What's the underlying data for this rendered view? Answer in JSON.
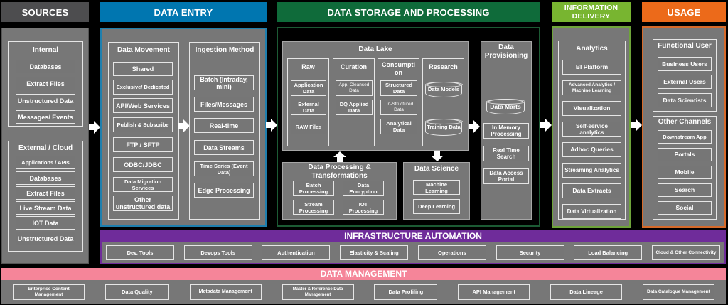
{
  "headers": {
    "sources": "SOURCES",
    "data_entry": "DATA ENTRY",
    "storage": "DATA STORAGE AND PROCESSING",
    "delivery_line1": "INFORMATION",
    "delivery_line2": "DELIVERY",
    "usage": "USAGE"
  },
  "colors": {
    "sources": "#4d4d4f",
    "data_entry": "#0076b0",
    "storage": "#0f6b3a",
    "delivery": "#78b530",
    "usage": "#ec6a1a",
    "infrastructure": "#6f2c9a",
    "data_management": "#f58599"
  },
  "sources": {
    "internal": {
      "title": "Internal",
      "items": [
        "Databases",
        "Extract Files",
        "Unstructured Data",
        "Messages/ Events"
      ]
    },
    "external": {
      "title": "External / Cloud",
      "items": [
        "Applications / APIs",
        "Databases",
        "Extract Files",
        "Live Stream Data",
        "IOT Data",
        "Unstructured Data"
      ]
    }
  },
  "data_entry": {
    "movement": {
      "title": "Data Movement",
      "items": [
        "Shared",
        "Exclusive/ Dedicated",
        "API/Web Services",
        "Publish & Subscribe",
        "FTP / SFTP",
        "ODBC/JDBC",
        "Data Migration Services",
        "Other unstructured data"
      ]
    },
    "ingestion": {
      "title": "Ingestion Method",
      "items": [
        "Batch (Intraday, mini)",
        "Files/Messages",
        "Real-time",
        "Data Streams",
        "Time Series (Event Data)",
        "Edge Processing"
      ]
    }
  },
  "storage": {
    "data_lake": {
      "title": "Data Lake",
      "raw": {
        "title": "Raw",
        "items": [
          "Application Data",
          "External Data",
          "RAW Files"
        ]
      },
      "curation": {
        "title": "Curation",
        "items": [
          "App. Cleansed Data",
          "DQ Applied Data"
        ]
      },
      "consumption": {
        "title": "Consumpti on",
        "items": [
          "Structured Data",
          "Un-Structured Data",
          "Analytical Data"
        ]
      },
      "research": {
        "title": "Research",
        "items": [
          "Data Models",
          "Training Data"
        ]
      }
    },
    "processing": {
      "title": "Data Processing & Transformations",
      "items": [
        "Batch Processing",
        "Data Encryption",
        "Stream Processing",
        "IOT Processing"
      ]
    },
    "science": {
      "title": "Data Science",
      "items": [
        "Machine Learning",
        "Deep Learning"
      ]
    },
    "provisioning": {
      "title": "Data Provisioning",
      "items": [
        "Data Marts",
        "In Memory Processing",
        "Real Time Search",
        "Data Access Portal"
      ]
    }
  },
  "delivery": {
    "analytics": {
      "title": "Analytics",
      "items": [
        "BI Platform",
        "Advanced Analytics / Machine Learning",
        "Visualization",
        "Self-service analytics",
        "Adhoc Queries",
        "Streaming Analytics",
        "Data Extracts",
        "Data Virtualization"
      ]
    }
  },
  "usage": {
    "functional": {
      "title": "Functional User",
      "items": [
        "Business Users",
        "External Users",
        "Data Scientists"
      ]
    },
    "channels": {
      "title": "Other Channels",
      "items": [
        "Downstream App",
        "Portals",
        "Mobile",
        "Search",
        "Social"
      ]
    }
  },
  "infrastructure": {
    "title": "INFRASTRUCTURE AUTOMATION",
    "items": [
      "Dev. Tools",
      "Devops Tools",
      "Authentication",
      "Elasticity & Scaling",
      "Operations",
      "Security",
      "Load Balancing",
      "Cloud & Other Connectivity"
    ]
  },
  "data_management": {
    "title": "DATA MANAGEMENT",
    "items": [
      "Enterprise Content Management",
      "Data Quality",
      "Metadata Management",
      "Master & Reference Data Management",
      "Data Profiling",
      "API Management",
      "Data Lineage",
      "Data Catalogue Management"
    ]
  }
}
